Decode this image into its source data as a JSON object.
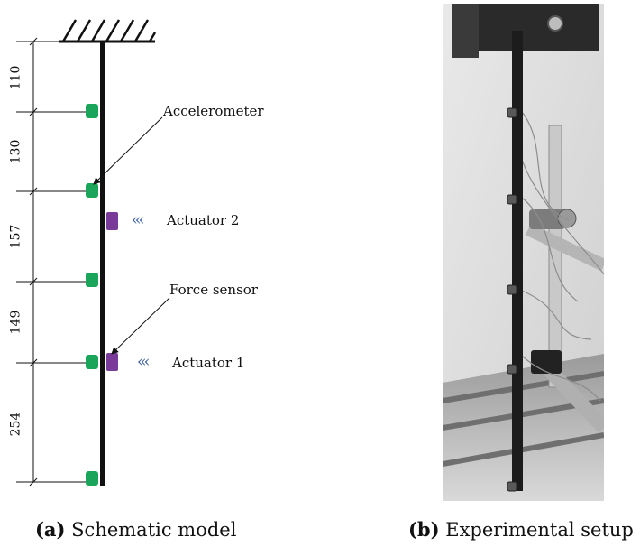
{
  "schematic": {
    "labels": {
      "accelerometer": "Accelerometer",
      "actuator2": "Actuator 2",
      "force_sensor": "Force sensor",
      "actuator1": "Actuator 1"
    },
    "arrow_glyph": "‹‹‹",
    "dimensions": [
      "110",
      "130",
      "157",
      "149",
      "254"
    ],
    "colors": {
      "accelerometer": "#1aa55a",
      "actuator": "#7a3a9a",
      "arrows": "#3b5f9e",
      "beam": "#111111"
    }
  },
  "captions": {
    "a_tag": "(a)",
    "a_text": "Schematic model",
    "b_tag": "(b)",
    "b_text": "Experimental setup"
  },
  "photo": {
    "description_icon": "experimental-setup-photo"
  }
}
